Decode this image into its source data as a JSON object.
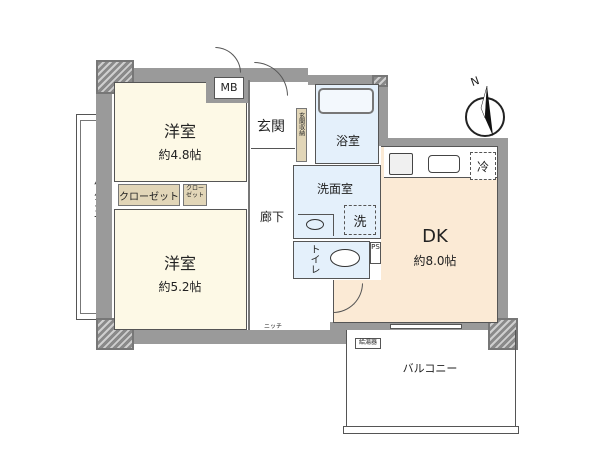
{
  "rooms": {
    "western1": {
      "name": "洋室",
      "size": "約4.8帖"
    },
    "western2": {
      "name": "洋室",
      "size": "約5.2帖"
    },
    "dk": {
      "name": "DK",
      "size": "約8.0帖"
    },
    "entrance": "玄関",
    "entrance_storage": "玄関収納",
    "bath": "浴室",
    "washroom": "洗面室",
    "washer": "洗",
    "toilet": "トイレ",
    "hallway": "廊下",
    "closet": "クローゼット",
    "closet_small": "クローゼット",
    "mb": "MB",
    "ps": "PS",
    "fridge": "冷",
    "niche": "ニッチ",
    "water_heater": "給湯器",
    "balcony_west": "バルコニー",
    "balcony_south": "バルコニー"
  },
  "compass": {
    "label": "N"
  },
  "colors": {
    "western": "#fdf9e6",
    "dk": "#fbead5",
    "wet": "#e4f0fb",
    "wall": "#9a9a9a",
    "storage": "#e2d6b8"
  }
}
